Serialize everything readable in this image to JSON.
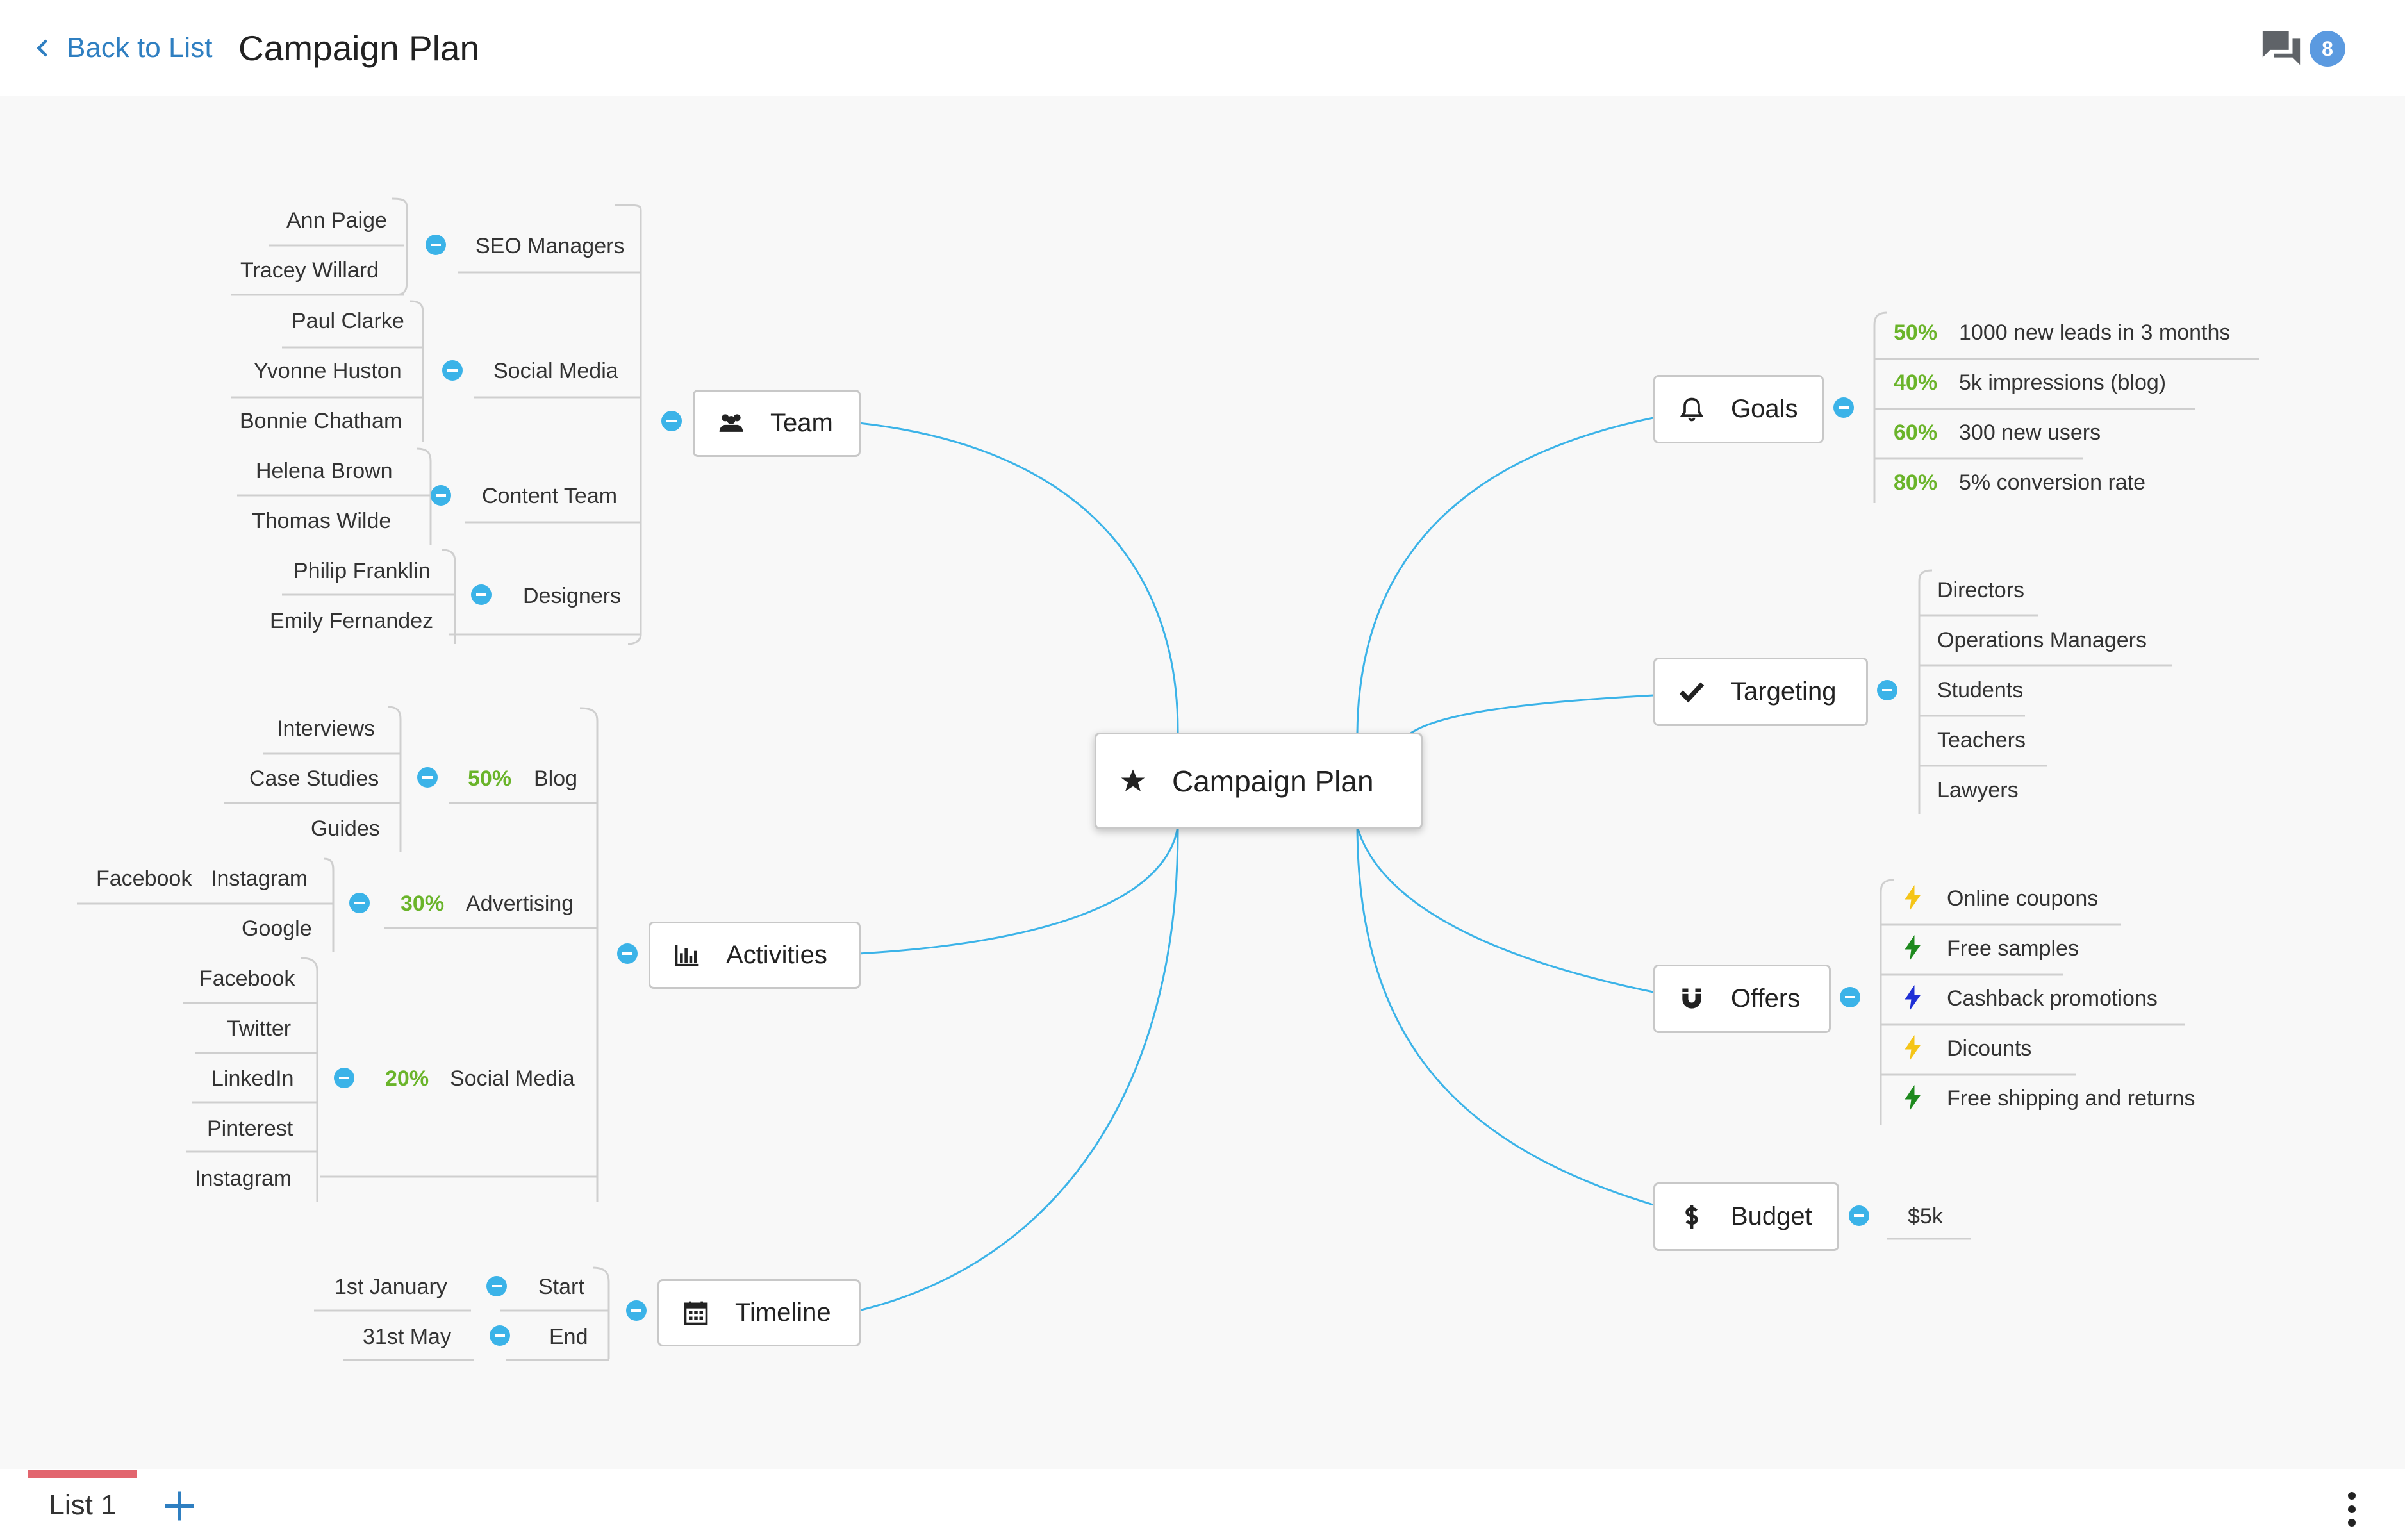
{
  "header": {
    "back_label": "Back to List",
    "title": "Campaign Plan",
    "chat_icon": "chat-icon",
    "notification_count": "8"
  },
  "footer": {
    "tab_label": "List 1",
    "add_icon": "plus-icon",
    "menu_icon": "more-vertical-icon"
  },
  "colors": {
    "accent": "#2f7fc1",
    "link_line": "#3bb3e8",
    "percent": "#6ab42a",
    "tab_accent": "#e2656e"
  },
  "mindmap": {
    "center": {
      "label": "Campaign Plan",
      "icon": "star-icon"
    },
    "team": {
      "label": "Team",
      "icon": "users-icon",
      "groups": [
        {
          "label": "SEO Managers",
          "members": [
            "Ann Paige",
            "Tracey  Willard"
          ]
        },
        {
          "label": "Social Media",
          "members": [
            "Paul Clarke",
            "Yvonne Huston",
            "Bonnie Chatham"
          ]
        },
        {
          "label": "Content Team",
          "members": [
            "Helena Brown",
            "Thomas Wilde"
          ]
        },
        {
          "label": "Designers",
          "members": [
            "Philip Franklin",
            "Emily Fernandez"
          ]
        }
      ]
    },
    "activities": {
      "label": "Activities",
      "icon": "bar-chart-icon",
      "items": [
        {
          "label": "Blog",
          "percent": "50%",
          "children": [
            "Interviews",
            "Case Studies",
            "Guides"
          ]
        },
        {
          "label": "Advertising",
          "percent": "30%",
          "children": [
            "Facebook",
            "Instagram",
            "Google"
          ]
        },
        {
          "label": "Social Media",
          "percent": "20%",
          "children": [
            "Facebook",
            "Twitter",
            "LinkedIn",
            "Pinterest",
            "Instagram"
          ]
        }
      ]
    },
    "timeline": {
      "label": "Timeline",
      "icon": "calendar-icon",
      "items": [
        {
          "label": "Start",
          "value": "1st January"
        },
        {
          "label": "End",
          "value": "31st May"
        }
      ]
    },
    "goals": {
      "label": "Goals",
      "icon": "bell-icon",
      "items": [
        {
          "percent": "50%",
          "label": "1000 new leads in 3 months"
        },
        {
          "percent": "40%",
          "label": "5k impressions (blog)"
        },
        {
          "percent": "60%",
          "label": "300 new users"
        },
        {
          "percent": "80%",
          "label": "5% conversion rate"
        }
      ]
    },
    "targeting": {
      "label": "Targeting",
      "icon": "check-icon",
      "items": [
        "Directors",
        "Operations Managers",
        "Students",
        "Teachers",
        "Lawyers"
      ]
    },
    "offers": {
      "label": "Offers",
      "icon": "magnet-icon",
      "items": [
        {
          "label": "Online coupons",
          "icon": "bolt-icon",
          "color": "#f5c518"
        },
        {
          "label": "Free samples",
          "icon": "bolt-icon",
          "color": "#1e8a1e"
        },
        {
          "label": "Cashback promotions",
          "icon": "bolt-icon",
          "color": "#1f2fd6"
        },
        {
          "label": "Dicounts",
          "icon": "bolt-icon",
          "color": "#f5c518"
        },
        {
          "label": "Free shipping and returns",
          "icon": "bolt-icon",
          "color": "#1e8a1e"
        }
      ]
    },
    "budget": {
      "label": "Budget",
      "icon": "dollar-icon",
      "items": [
        "$5k"
      ]
    }
  }
}
